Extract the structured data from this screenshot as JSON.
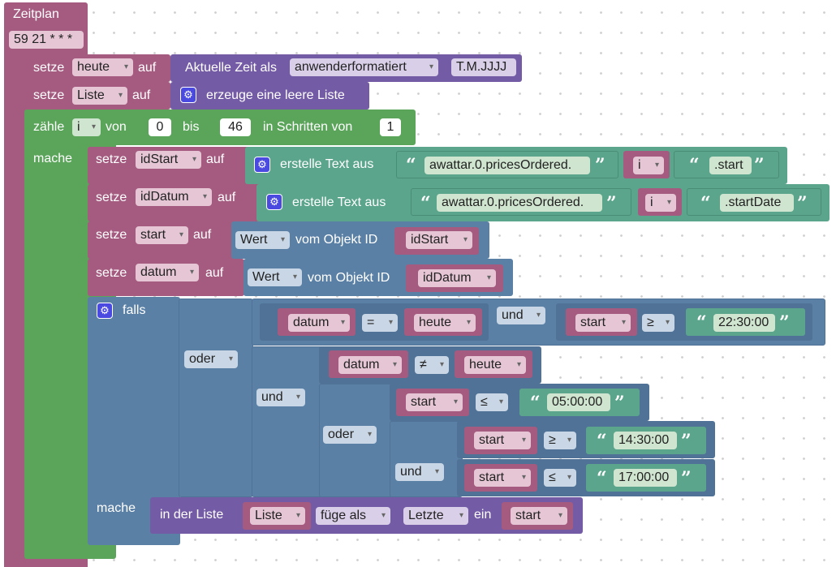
{
  "header": {
    "title": "Zeitplan",
    "cron": "59 21 * * *"
  },
  "kw": {
    "setze": "setze",
    "auf": "auf",
    "zaehle": "zähle",
    "von": "von",
    "bis": "bis",
    "in_schritten_von": "in Schritten von",
    "mache": "mache",
    "aktuelle_zeit": "Aktuelle Zeit als",
    "erzeuge_liste": "erzeuge eine leere Liste",
    "erstelle_text": "erstelle Text aus",
    "wert": "Wert",
    "vom_objekt_id": "vom Objekt ID",
    "falls": "falls",
    "oder": "oder",
    "und": "und",
    "in_der_liste": "in der Liste",
    "fuege_als": "füge als",
    "letzte": "Letzte",
    "ein": "ein",
    "quote_open": "“",
    "quote_close": "”"
  },
  "vars": {
    "heute": "heute",
    "liste": "Liste",
    "i": "i",
    "idStart": "idStart",
    "idDatum": "idDatum",
    "start": "start",
    "datum": "datum"
  },
  "values": {
    "format": "anwenderformatiert",
    "pattern": "T.M.JJJJ",
    "from": "0",
    "to": "46",
    "step": "1",
    "prefix1": "awattar.0.pricesOrdered.",
    "suffix1": ".start",
    "prefix2": "awattar.0.pricesOrdered.",
    "suffix2": ".startDate",
    "t1": "22:30:00",
    "t2": "05:00:00",
    "t3": "14:30:00",
    "t4": "17:00:00"
  },
  "ops": {
    "eq": "=",
    "neq": "≠",
    "gte": "≥",
    "lte": "≤"
  },
  "icons": {
    "gear": "gear-icon",
    "dropdown": "dropdown-arrow-icon"
  },
  "colors": {
    "variables": "#a55b80",
    "loops": "#5ba55b",
    "text": "#5ba58c",
    "logic": "#5b80a5",
    "lists": "#745ba5"
  }
}
